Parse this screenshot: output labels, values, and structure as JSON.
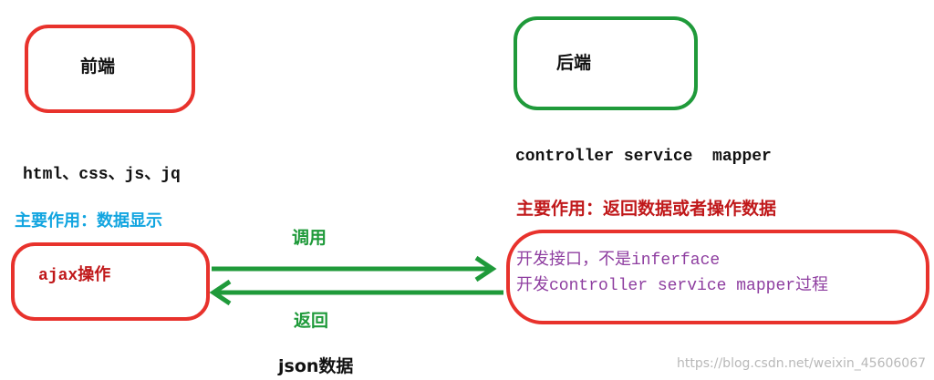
{
  "frontend": {
    "title": "前端",
    "tech": "html、css、js、jq",
    "role": "主要作用：数据显示",
    "ajax": "ajax操作"
  },
  "backend": {
    "title": "后端",
    "layers": "controller service  mapper",
    "role": "主要作用：返回数据或者操作数据",
    "task1": "开发接口，不是inferface",
    "task2": "开发controller service mapper过程"
  },
  "arrows": {
    "call": "调用",
    "return": "返回",
    "payload": "json数据"
  },
  "watermark": "https://blog.csdn.net/weixin_45606067",
  "colors": {
    "red": "#e8322c",
    "green": "#1f9a3a",
    "blue": "#12a5e0",
    "dark_red": "#c0181a",
    "purple": "#8e3ea0",
    "text": "#111111",
    "watermark": "#b8b8b8"
  }
}
